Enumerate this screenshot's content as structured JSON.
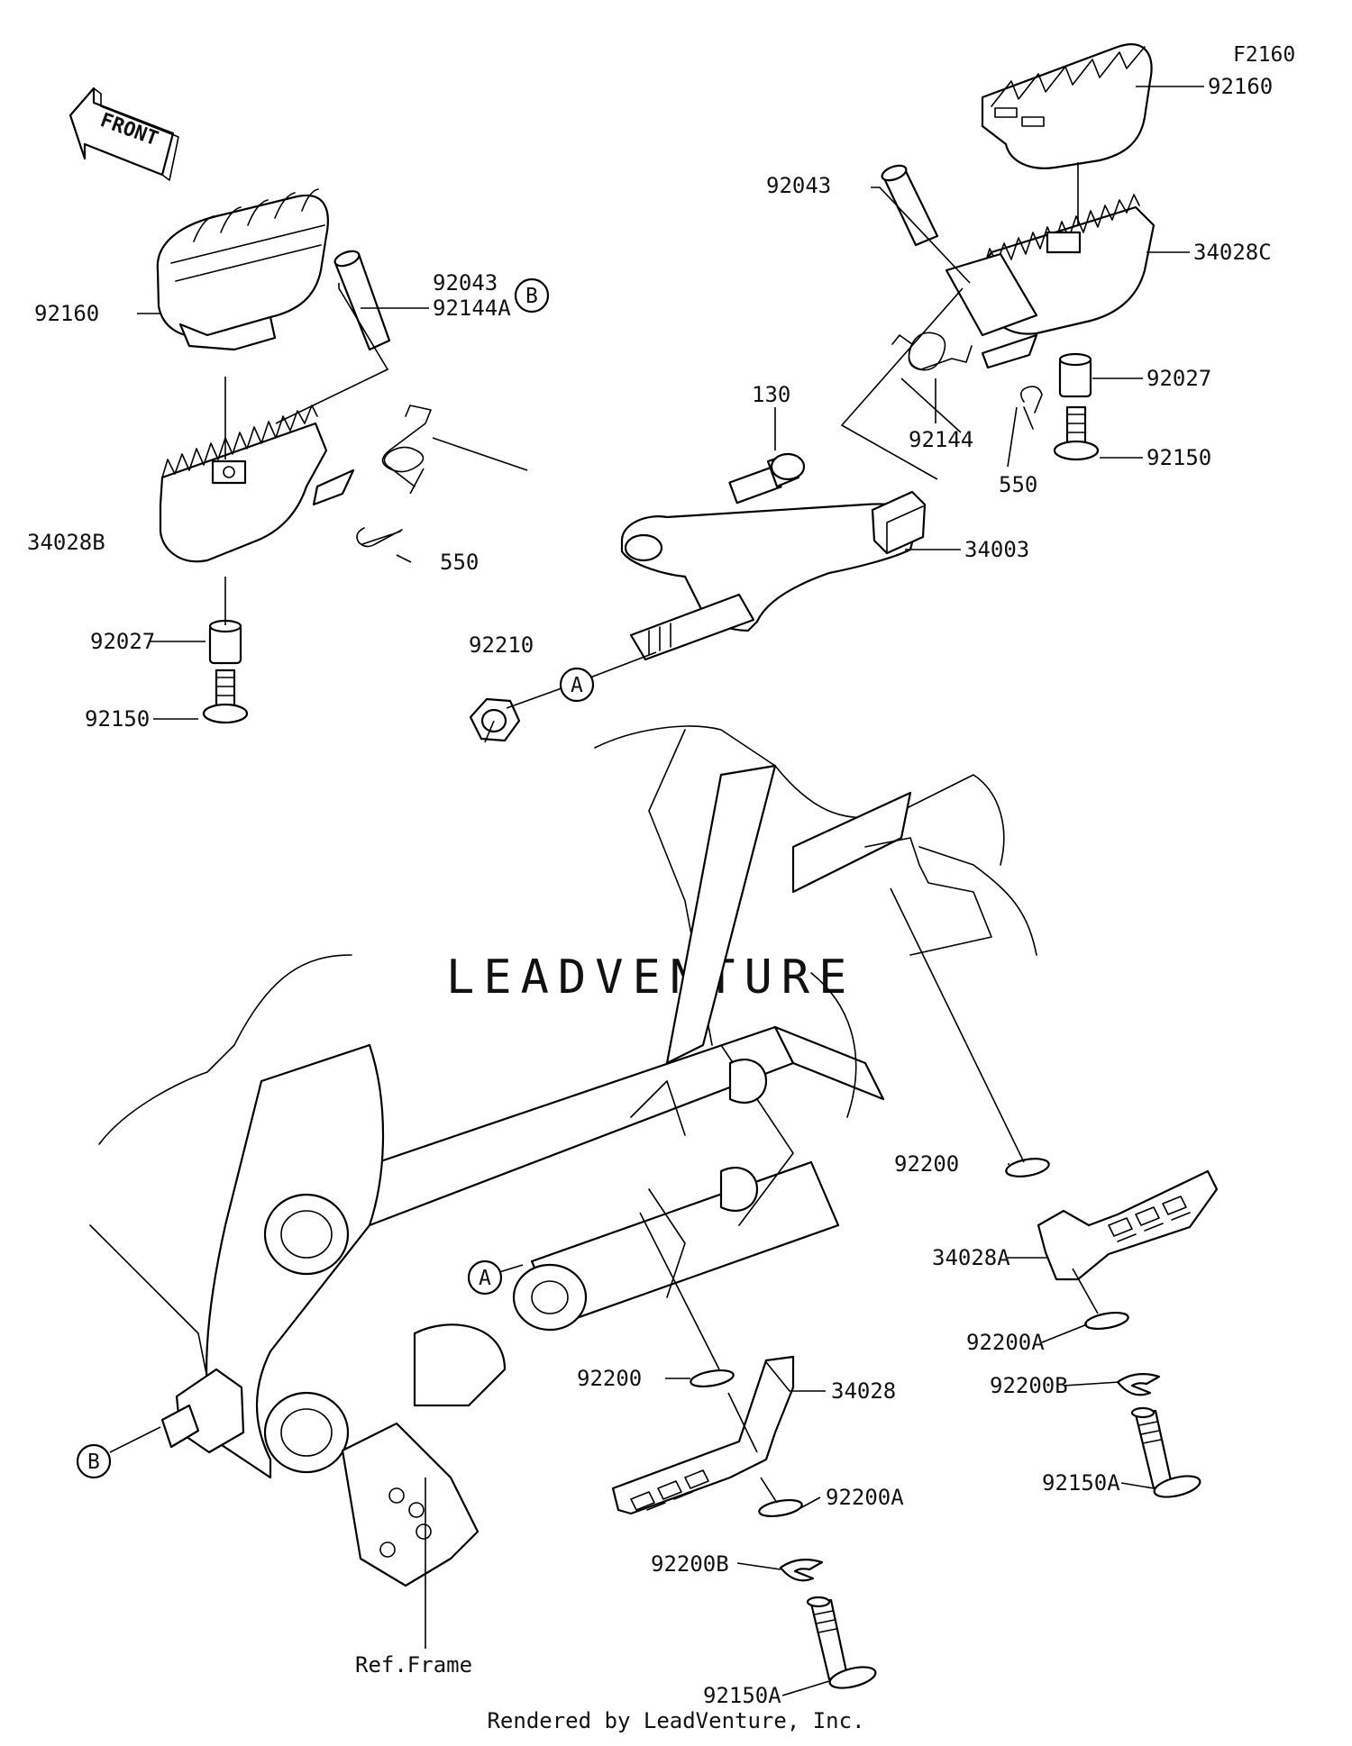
{
  "diagram_code": "F2160",
  "front_indicator": "FRONT",
  "watermark": "LEADVENTURE",
  "reference_frame": "Ref.Frame",
  "footer": "Rendered by LeadVenture, Inc.",
  "callouts": {
    "a": "A",
    "b": "B"
  },
  "parts": {
    "p92160_right": "92160",
    "p92043_right": "92043",
    "p34028C": "34028C",
    "p92027_right": "92027",
    "p92150_right": "92150",
    "p550_right": "550",
    "p92144": "92144",
    "p130": "130",
    "p34003": "34003",
    "p92210": "92210",
    "p92160_left": "92160",
    "p92043_left": "92043",
    "p92144A": "92144A",
    "p34028B": "34028B",
    "p550_left": "550",
    "p92027_left": "92027",
    "p92150_left": "92150",
    "p92200_upper": "92200",
    "p34028A": "34028A",
    "p92200A_upper": "92200A",
    "p92200B_upper": "92200B",
    "p92150A_upper": "92150A",
    "p92200_lower": "92200",
    "p34028": "34028",
    "p92200A_lower": "92200A",
    "p92200B_lower": "92200B",
    "p92150A_lower": "92150A"
  }
}
